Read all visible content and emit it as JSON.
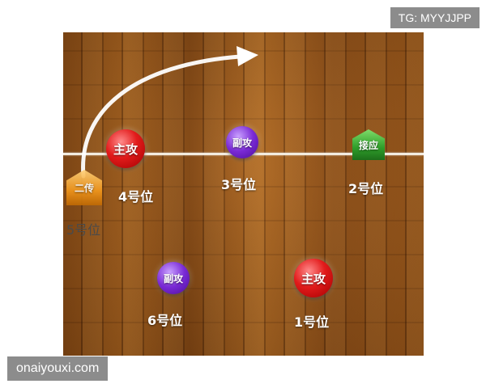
{
  "watermarks": {
    "top_right": "TG: MYYJJPP",
    "bottom_left": "onaiyouxi.com"
  },
  "players": {
    "outside_hitter_front": {
      "role": "主攻",
      "position": "4号位",
      "color": "#e21b1b"
    },
    "middle_front": {
      "role": "副攻",
      "position": "3号位",
      "color": "#7a2ad6"
    },
    "opposite": {
      "role": "接应",
      "position": "2号位",
      "color": "#2f9e2a"
    },
    "setter": {
      "role": "二传",
      "position": "5号位",
      "color": "#f0961c"
    },
    "middle_back": {
      "role": "副攻",
      "position": "6号位",
      "color": "#7a2ad6"
    },
    "outside_hitter_back": {
      "role": "主攻",
      "position": "1号位",
      "color": "#e21b1b"
    }
  },
  "arrow_color": "#ffffff",
  "court_color": "#8a4b14"
}
